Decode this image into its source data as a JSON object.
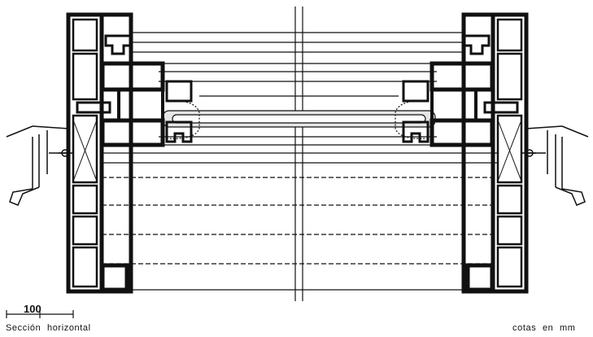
{
  "drawing": {
    "scale_bar": {
      "value": "100"
    },
    "caption": "Sección horizontal",
    "units_note": "cotas en mm"
  },
  "colors": {
    "ink": "#111111",
    "paper": "#ffffff",
    "glazing_fill": "#e6e6e6"
  }
}
